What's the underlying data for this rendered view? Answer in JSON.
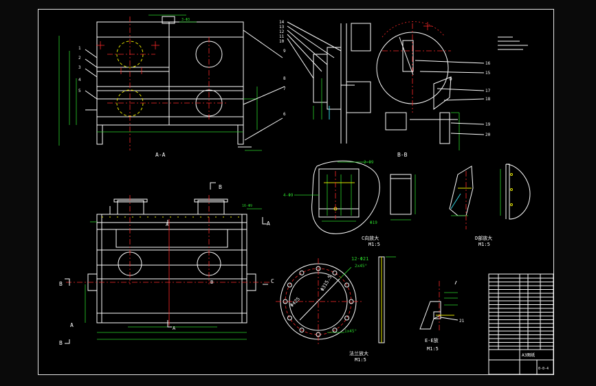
{
  "sheet": {
    "view_labels": {
      "section_aa": "A-A",
      "section_bb": "B-B",
      "detail_c": "C向放大",
      "detail_d": "D部放大",
      "detail_e": "E-E放",
      "flange_view": "法兰放大",
      "scale_15": "M1:5"
    },
    "section_markers": {
      "a": "A",
      "b": "B",
      "c": "C"
    },
    "callouts": {
      "aa": [
        "1",
        "2",
        "3",
        "4",
        "5",
        "6",
        "7",
        "8",
        "9"
      ],
      "bb_left": [
        "14",
        "13",
        "12",
        "11",
        "10"
      ],
      "bb_right": [
        "16",
        "15",
        "17",
        "18",
        "19",
        "20"
      ],
      "ee": [
        "21"
      ]
    },
    "annotations": {
      "holes_4": "4-Φ9",
      "holes_2": "2-Φ9",
      "holes_16": "16-Φ9",
      "holes_12": "12-Φ21",
      "chamfer": "1x45°",
      "chamfer2": "2x45°",
      "dia_large": "Φ425",
      "dia_pcd": "Φ315.5",
      "dia_19": "Φ19",
      "dia_3": "3-Φ3"
    },
    "title_block": {
      "drawing_name": "A3图纸",
      "drawing_no": "0-0-4"
    }
  }
}
